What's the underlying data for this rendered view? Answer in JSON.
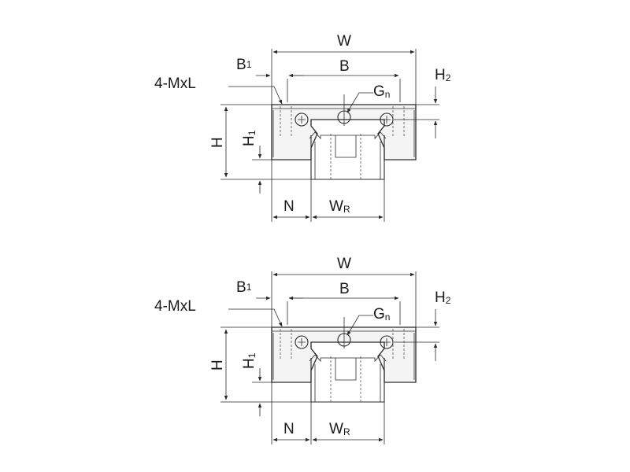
{
  "diagrams": [
    {
      "labels": {
        "w": "W",
        "b": "B",
        "b1_main": "B",
        "b1_sub": "1",
        "mxl": "4-MxL",
        "gn_main": "G",
        "gn_sub": "n",
        "h2_main": "H",
        "h2_sub": "2",
        "h": "H",
        "h1_main": "H",
        "h1_sub": "1",
        "n": "N",
        "wr_main": "W",
        "wr_sub": "R"
      }
    },
    {
      "labels": {
        "w": "W",
        "b": "B",
        "b1_main": "B",
        "b1_sub": "1",
        "mxl": "4-MxL",
        "gn_main": "G",
        "gn_sub": "n",
        "h2_main": "H",
        "h2_sub": "2",
        "h": "H",
        "h1_main": "H",
        "h1_sub": "1",
        "n": "N",
        "wr_main": "W",
        "wr_sub": "R"
      }
    }
  ]
}
